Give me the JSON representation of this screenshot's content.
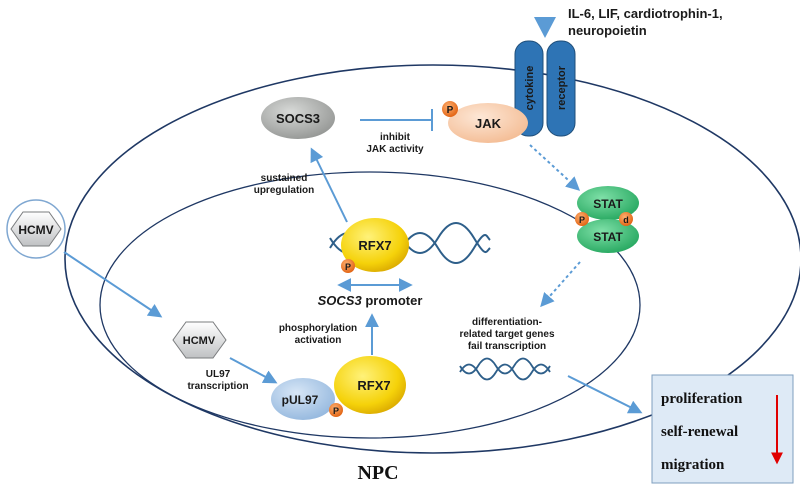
{
  "colors": {
    "cell_outline": "#1f3864",
    "arrow": "#5b9bd5",
    "rfx7": "#f5d20a",
    "phospho": "#ed6c1f",
    "jak": "#f7c9a6",
    "stat": "#2db86e",
    "socs3": "#a9aba9",
    "pul97": "#a8c7e8",
    "receptor": "#2e74b5",
    "decrease_arrow": "#e00000",
    "outcome_box": "#deeaf6"
  },
  "cytokines": [
    "IL-6,  LIF,  cardiotrophin-1,",
    "neuropoietin"
  ],
  "receptor": {
    "left_label": "cytokine",
    "right_label": "receptor"
  },
  "jak": {
    "label": "JAK",
    "phospho": "P"
  },
  "socs3": {
    "label": "SOCS3"
  },
  "inhibit": [
    "inhibit",
    "JAK activity"
  ],
  "sustained": [
    "sustained",
    "upregulation"
  ],
  "stat": {
    "top": "STAT",
    "bottom": "STAT",
    "phospho_left": "P",
    "phospho_right": "d"
  },
  "rfx7_promoter": {
    "label": "RFX7",
    "phospho": "P"
  },
  "promoter": {
    "gene": "SOCS3",
    "suffix": " promoter"
  },
  "phosphorylation": [
    "phosphorylation",
    "activation"
  ],
  "differentiation": [
    "differentiation-",
    "related target genes",
    "fail transcription"
  ],
  "hcmv_outer": "HCMV",
  "hcmv_inner": "HCMV",
  "ul97": [
    "UL97",
    "transcription"
  ],
  "pul97": {
    "label": "pUL97",
    "phospho": "P"
  },
  "rfx7_complex": {
    "label": "RFX7"
  },
  "outcomes": [
    "proliferation",
    "self-renewal",
    "migration"
  ],
  "cell_label": "NPC",
  "icons": [
    "hexagon-icon",
    "dna-helix-icon",
    "inhibition-bar-icon",
    "decrease-arrow-icon"
  ]
}
